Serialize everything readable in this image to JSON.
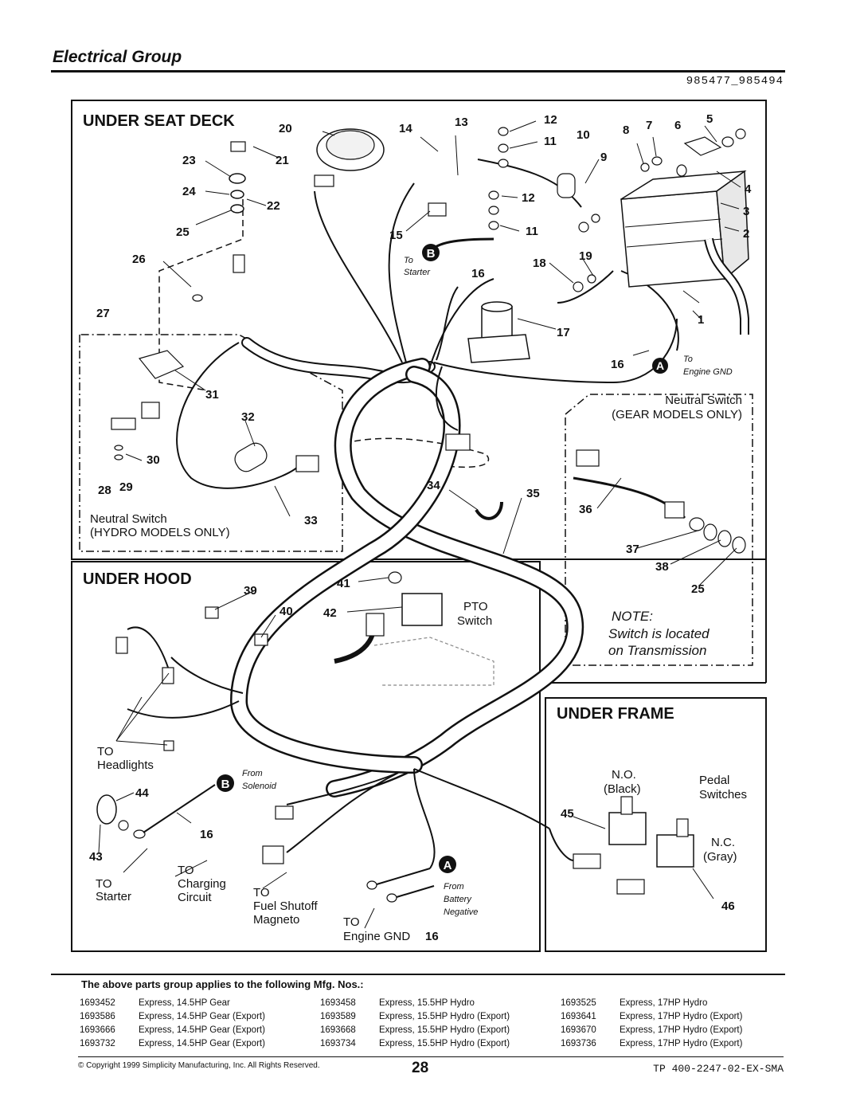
{
  "header": {
    "title": "Electrical Group",
    "doc_number": "985477_985494"
  },
  "sections": {
    "under_seat_deck": "UNDER SEAT DECK",
    "under_hood": "UNDER HOOD",
    "under_frame": "UNDER FRAME"
  },
  "callouts": {
    "n1": "1",
    "n2": "2",
    "n3": "3",
    "n4": "4",
    "n5": "5",
    "n6": "6",
    "n7": "7",
    "n8": "8",
    "n9": "9",
    "n10": "10",
    "n11a": "11",
    "n11b": "11",
    "n12a": "12",
    "n12b": "12",
    "n13": "13",
    "n14": "14",
    "n15": "15",
    "n16a": "16",
    "n16b": "16",
    "n16c": "16",
    "n16d": "16",
    "n17": "17",
    "n18": "18",
    "n19": "19",
    "n20": "20",
    "n21": "21",
    "n22": "22",
    "n23": "23",
    "n24": "24",
    "n25a": "25",
    "n25b": "25",
    "n26": "26",
    "n27": "27",
    "n28": "28",
    "n29": "29",
    "n30": "30",
    "n31": "31",
    "n32": "32",
    "n33": "33",
    "n34": "34",
    "n35": "35",
    "n36": "36",
    "n37": "37",
    "n38": "38",
    "n39": "39",
    "n40": "40",
    "n41": "41",
    "n42": "42",
    "n43": "43",
    "n44": "44",
    "n45": "45",
    "n46": "46"
  },
  "connectors": {
    "a": "A",
    "b": "B"
  },
  "captions": {
    "to_starter_small_1": "To",
    "to_starter_small_2": "Starter",
    "to_engine_gnd_small_1": "To",
    "to_engine_gnd_small_2": "Engine GND",
    "neutral_switch_gear_1": "Neutral Switch",
    "neutral_switch_gear_2": "(GEAR MODELS ONLY)",
    "neutral_switch_hydro_1": "Neutral Switch",
    "neutral_switch_hydro_2": "(HYDRO MODELS ONLY)",
    "pto_1": "PTO",
    "pto_2": "Switch",
    "note_1": "NOTE:",
    "note_2": "Switch is located",
    "note_3": "on Transmission",
    "to_headlights_1": "TO",
    "to_headlights_2": "Headlights",
    "from_solenoid_1": "From",
    "from_solenoid_2": "Solenoid",
    "to_starter_1": "TO",
    "to_starter_2": "Starter",
    "to_charging_1": "TO",
    "to_charging_2": "Charging",
    "to_charging_3": "Circuit",
    "to_fuel_1": "TO",
    "to_fuel_2": "Fuel Shutoff",
    "to_fuel_3": "Magneto",
    "to_engine_gnd_1": "TO",
    "to_engine_gnd_2": "Engine GND",
    "from_battery_1": "From",
    "from_battery_2": "Battery",
    "from_battery_3": "Negative",
    "no_1": "N.O.",
    "no_2": "(Black)",
    "nc_1": "N.C.",
    "nc_2": "(Gray)",
    "pedal_1": "Pedal",
    "pedal_2": "Switches"
  },
  "applies_text": "The above parts group applies to the following Mfg. Nos.:",
  "mfg_rows": [
    [
      "1693452",
      "Express, 14.5HP Gear",
      "1693458",
      "Express, 15.5HP Hydro",
      "1693525",
      "Express, 17HP Hydro"
    ],
    [
      "1693586",
      "Express, 14.5HP Gear (Export)",
      "1693589",
      "Express, 15.5HP Hydro (Export)",
      "1693641",
      "Express, 17HP Hydro (Export)"
    ],
    [
      "1693666",
      "Express, 14.5HP Gear (Export)",
      "1693668",
      "Express, 15.5HP Hydro (Export)",
      "1693670",
      "Express, 17HP Hydro (Export)"
    ],
    [
      "1693732",
      "Express, 14.5HP Gear (Export)",
      "1693734",
      "Express, 15.5HP Hydro (Export)",
      "1693736",
      "Express, 17HP Hydro (Export)"
    ]
  ],
  "footer": {
    "copyright": "© Copyright 1999 Simplicity Manufacturing, Inc. All Rights Reserved.",
    "page": "28",
    "tp_number": "TP 400-2247-02-EX-SMA"
  }
}
